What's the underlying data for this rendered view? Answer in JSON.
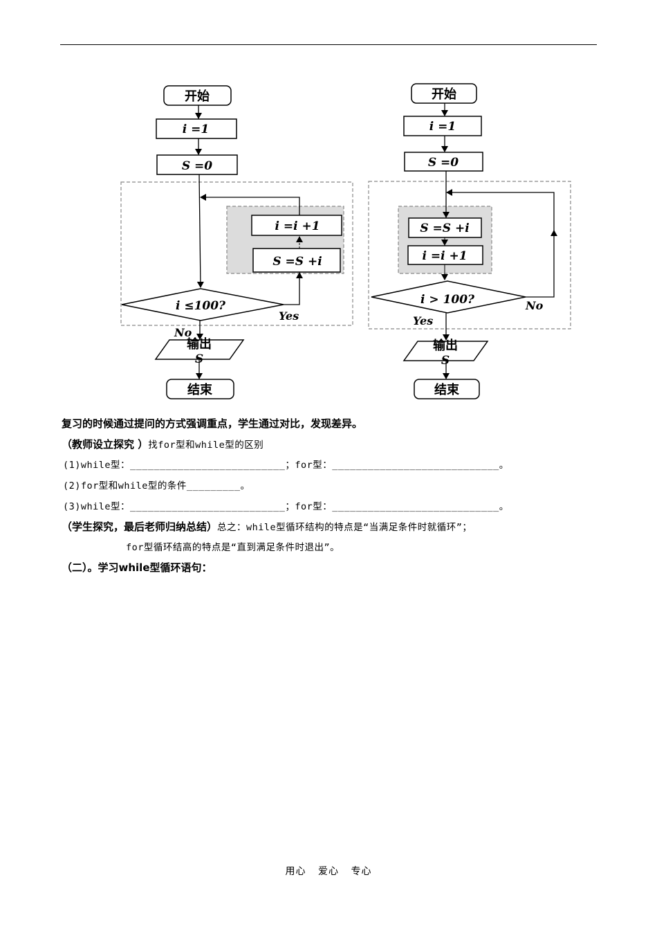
{
  "flowchart_left": {
    "start": "开始",
    "init_i": "i =1",
    "init_s": "S =0",
    "increment": "i =i +1",
    "accumulate": "S =S +i",
    "condition": "i ≤100?",
    "yes": "Yes",
    "no": "No",
    "output_line1": "输出",
    "output_line2": "S",
    "end": "结束"
  },
  "flowchart_right": {
    "start": "开始",
    "init_i": "i =1",
    "init_s": "S =0",
    "accumulate": "S =S +i",
    "increment": "i =i +1",
    "condition": "i > 100?",
    "yes": "Yes",
    "no": "No",
    "output_line1": "输出",
    "output_line2": "S",
    "end": "结束"
  },
  "text": {
    "line1": "复习的时候通过提问的方式强调重点，学生通过对比，发现差异。",
    "line2_bold": "（教师设立探究 ）",
    "line2_rest": "找for型和while型的区别",
    "line3": "(1)while型：__________________________；for型：____________________________。",
    "line4": "(2)for型和while型的条件_________。",
    "line5": "(3)while型：__________________________；for型：____________________________。",
    "line6_bold": "（学生探究，最后老师归纳总结）",
    "line6_rest": "总之：while型循环结构的特点是“当满足条件时就循环”；",
    "line7": "for型循环结高的特点是“直到满足条件时退出”。",
    "line8": "（二）。学习while型循环语句："
  },
  "footer": {
    "a": "用心",
    "b": "爱心",
    "c": "专心"
  }
}
